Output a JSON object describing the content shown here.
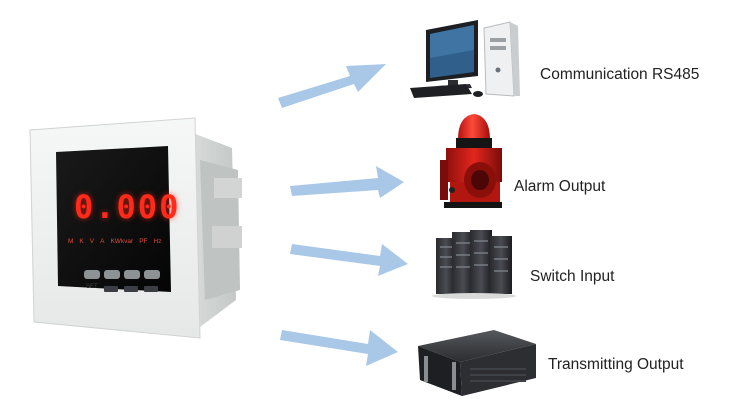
{
  "meter": {
    "display_reading": "0.000",
    "unit_labels": [
      "M",
      "K",
      "V",
      "A",
      "KWkvar",
      "PF",
      "Hz"
    ],
    "button_labels": [
      "SET",
      "",
      "",
      ""
    ],
    "display_color": "#ff2a1a"
  },
  "outputs": [
    {
      "label": "Communication RS485",
      "icon": "computer-icon"
    },
    {
      "label": "Alarm Output",
      "icon": "alarm-siren-icon"
    },
    {
      "label": "Switch Input",
      "icon": "server-rack-icon"
    },
    {
      "label": "Transmitting Output",
      "icon": "industrial-chassis-icon"
    }
  ],
  "colors": {
    "arrow": "#a9c8e8",
    "label_text": "#222222",
    "meter_body": "#eef0ef",
    "alarm_red": "#d8201a"
  }
}
